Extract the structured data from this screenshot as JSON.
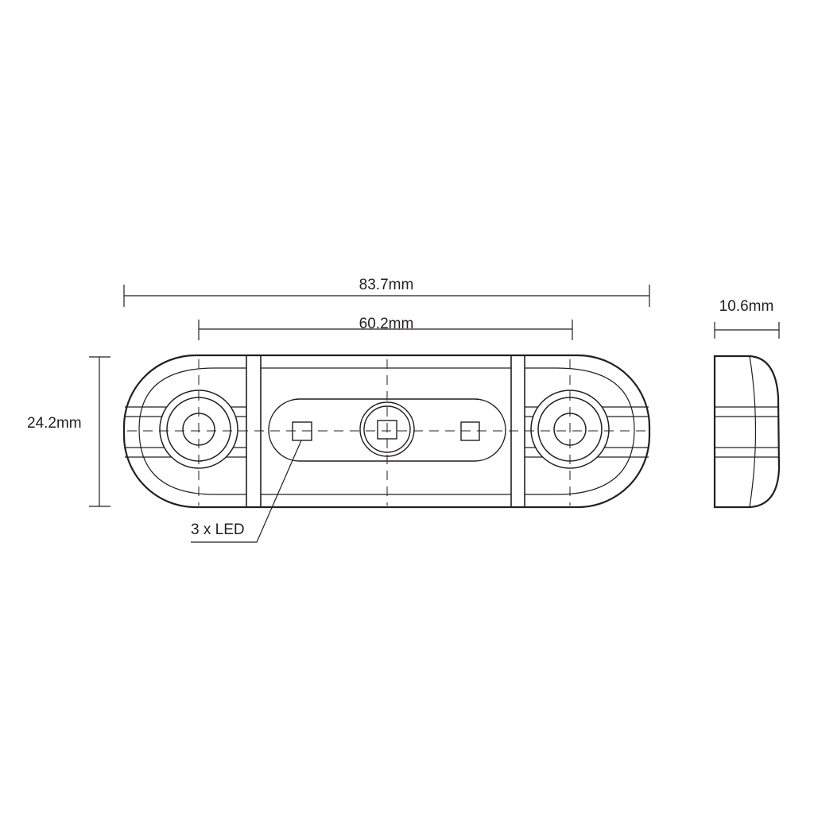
{
  "dimensions": {
    "overall_length": "83.7mm",
    "mounting_hole_spacing": "60.2mm",
    "height": "24.2mm",
    "depth": "10.6mm"
  },
  "callouts": {
    "led": "3 x LED"
  },
  "colors": {
    "line": "#231f20",
    "background": "#ffffff"
  }
}
